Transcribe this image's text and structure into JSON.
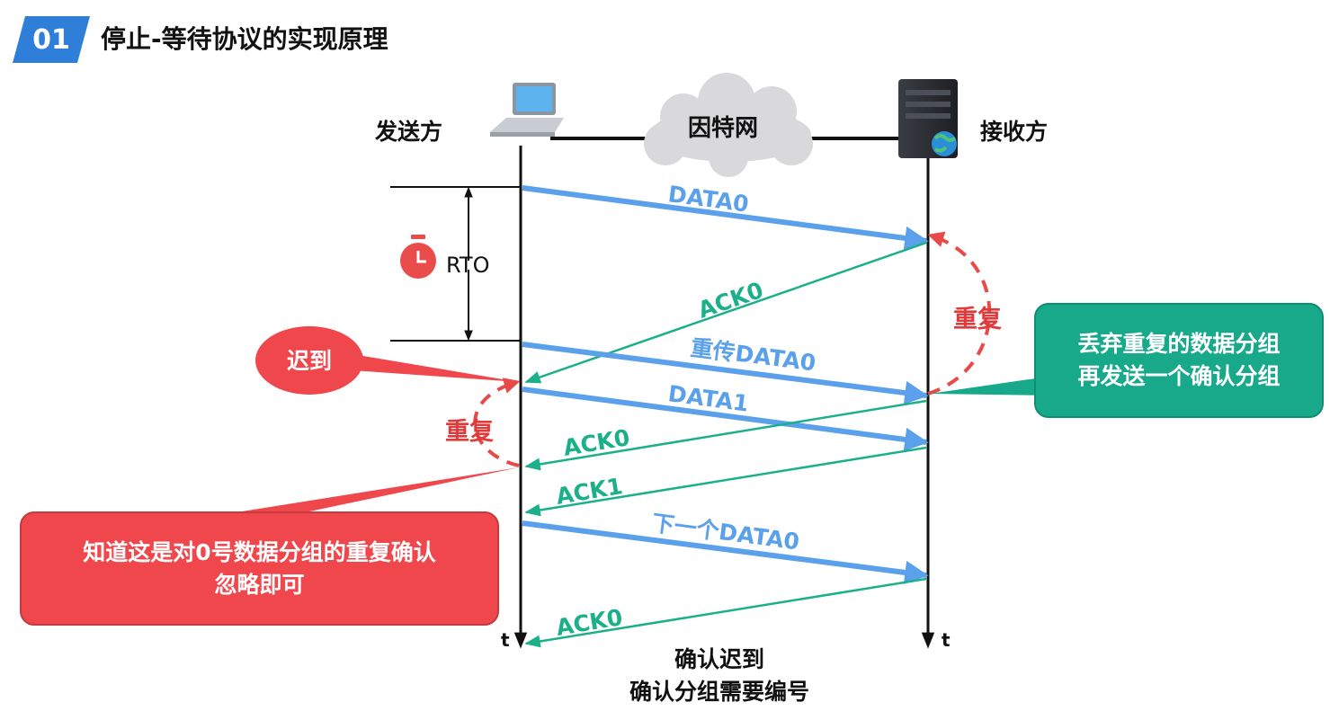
{
  "header": {
    "number": "01",
    "title": "停止-等待协议的实现原理"
  },
  "sender": {
    "label": "发送方"
  },
  "receiver": {
    "label": "接收方"
  },
  "network": {
    "label": "因特网"
  },
  "timer": {
    "label": "RTO"
  },
  "time_axis": {
    "sender_t": "t",
    "receiver_t": "t"
  },
  "messages": [
    {
      "label": "DATA0",
      "kind": "data"
    },
    {
      "label": "ACK0",
      "kind": "ack"
    },
    {
      "label": "重传DATA0",
      "kind": "data"
    },
    {
      "label": "DATA1",
      "kind": "data"
    },
    {
      "label": "ACK0",
      "kind": "ack"
    },
    {
      "label": "ACK1",
      "kind": "ack"
    },
    {
      "label": "下一个DATA0",
      "kind": "data"
    },
    {
      "label": "ACK0",
      "kind": "ack"
    }
  ],
  "annotations": {
    "late": "迟到",
    "duplicate_receiver": "重复",
    "duplicate_sender": "重复",
    "receiver_action_line1": "丢弃重复的数据分组",
    "receiver_action_line2": "再发送一个确认分组",
    "sender_action_line1": "知道这是对0号数据分组的重复确认",
    "sender_action_line2": "忽略即可",
    "bottom_line1": "确认迟到",
    "bottom_line2": "确认分组需要编号"
  },
  "colors": {
    "badge": "#2f7fd9",
    "data_arrow": "#5ba0ea",
    "ack_arrow": "#1bb08a",
    "red_callout": "#f0474d",
    "green_callout": "#17a98a",
    "dashed": "#e84a4a"
  }
}
